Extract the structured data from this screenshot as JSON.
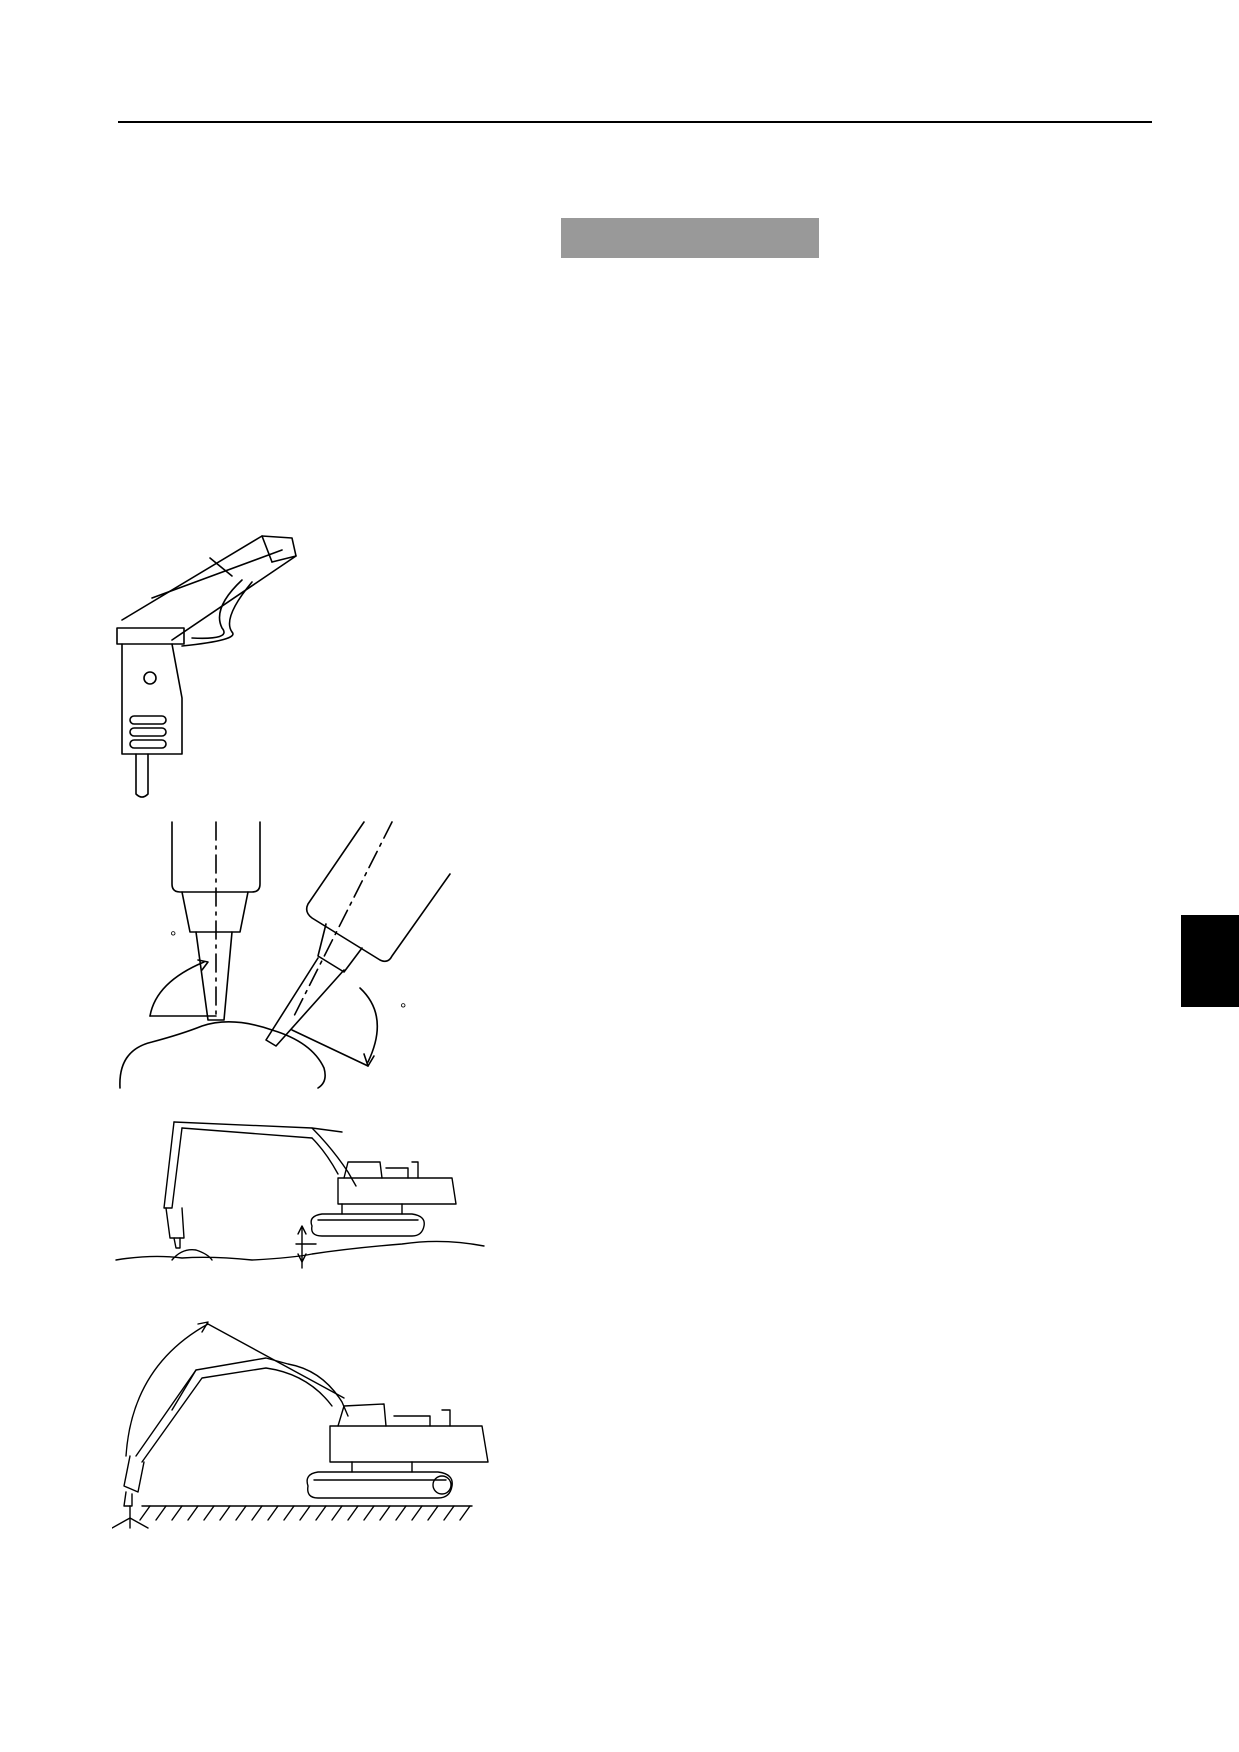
{
  "page": {
    "header_rule": true,
    "section_banner": {
      "text": "",
      "color": "#999999"
    },
    "chapter_tab": {
      "color": "#000000"
    }
  },
  "figures": [
    {
      "id": "breaker-attached-to-arm",
      "icon": "hydraulic-breaker-illustration"
    },
    {
      "id": "chisel-angle-to-surface",
      "icon": "breaker-angle-illustration",
      "angle_marks": [
        "°",
        "°"
      ]
    },
    {
      "id": "excavator-breaking-track-lifted",
      "icon": "excavator-lift-illustration"
    },
    {
      "id": "excavator-boom-reach",
      "icon": "excavator-reach-illustration"
    }
  ]
}
